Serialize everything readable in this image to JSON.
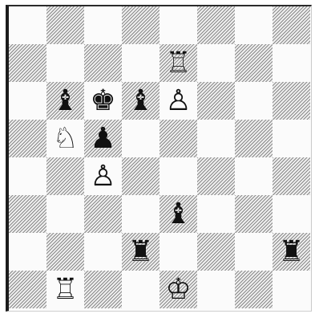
{
  "board": {
    "files": 8,
    "ranks": 8,
    "dark_square_style": "hatched",
    "pieces": [
      {
        "glyph": "♖",
        "name": "white-rook",
        "file": 4,
        "rank": 1
      },
      {
        "glyph": "♝",
        "name": "black-bishop",
        "file": 1,
        "rank": 2
      },
      {
        "glyph": "♚",
        "name": "black-king",
        "file": 2,
        "rank": 2
      },
      {
        "glyph": "♝",
        "name": "black-bishop",
        "file": 3,
        "rank": 2
      },
      {
        "glyph": "♙",
        "name": "white-pawn",
        "file": 4,
        "rank": 2
      },
      {
        "glyph": "♘",
        "name": "white-knight",
        "file": 1,
        "rank": 3
      },
      {
        "glyph": "♟",
        "name": "black-pawn",
        "file": 2,
        "rank": 3
      },
      {
        "glyph": "♙",
        "name": "white-pawn",
        "file": 2,
        "rank": 4
      },
      {
        "glyph": "♝",
        "name": "black-bishop",
        "file": 4,
        "rank": 5
      },
      {
        "glyph": "♜",
        "name": "black-rook",
        "file": 3,
        "rank": 6
      },
      {
        "glyph": "♜",
        "name": "black-rook",
        "file": 7,
        "rank": 6
      },
      {
        "glyph": "♖",
        "name": "white-rook",
        "file": 1,
        "rank": 7
      },
      {
        "glyph": "♔",
        "name": "white-king",
        "file": 4,
        "rank": 7
      }
    ]
  }
}
